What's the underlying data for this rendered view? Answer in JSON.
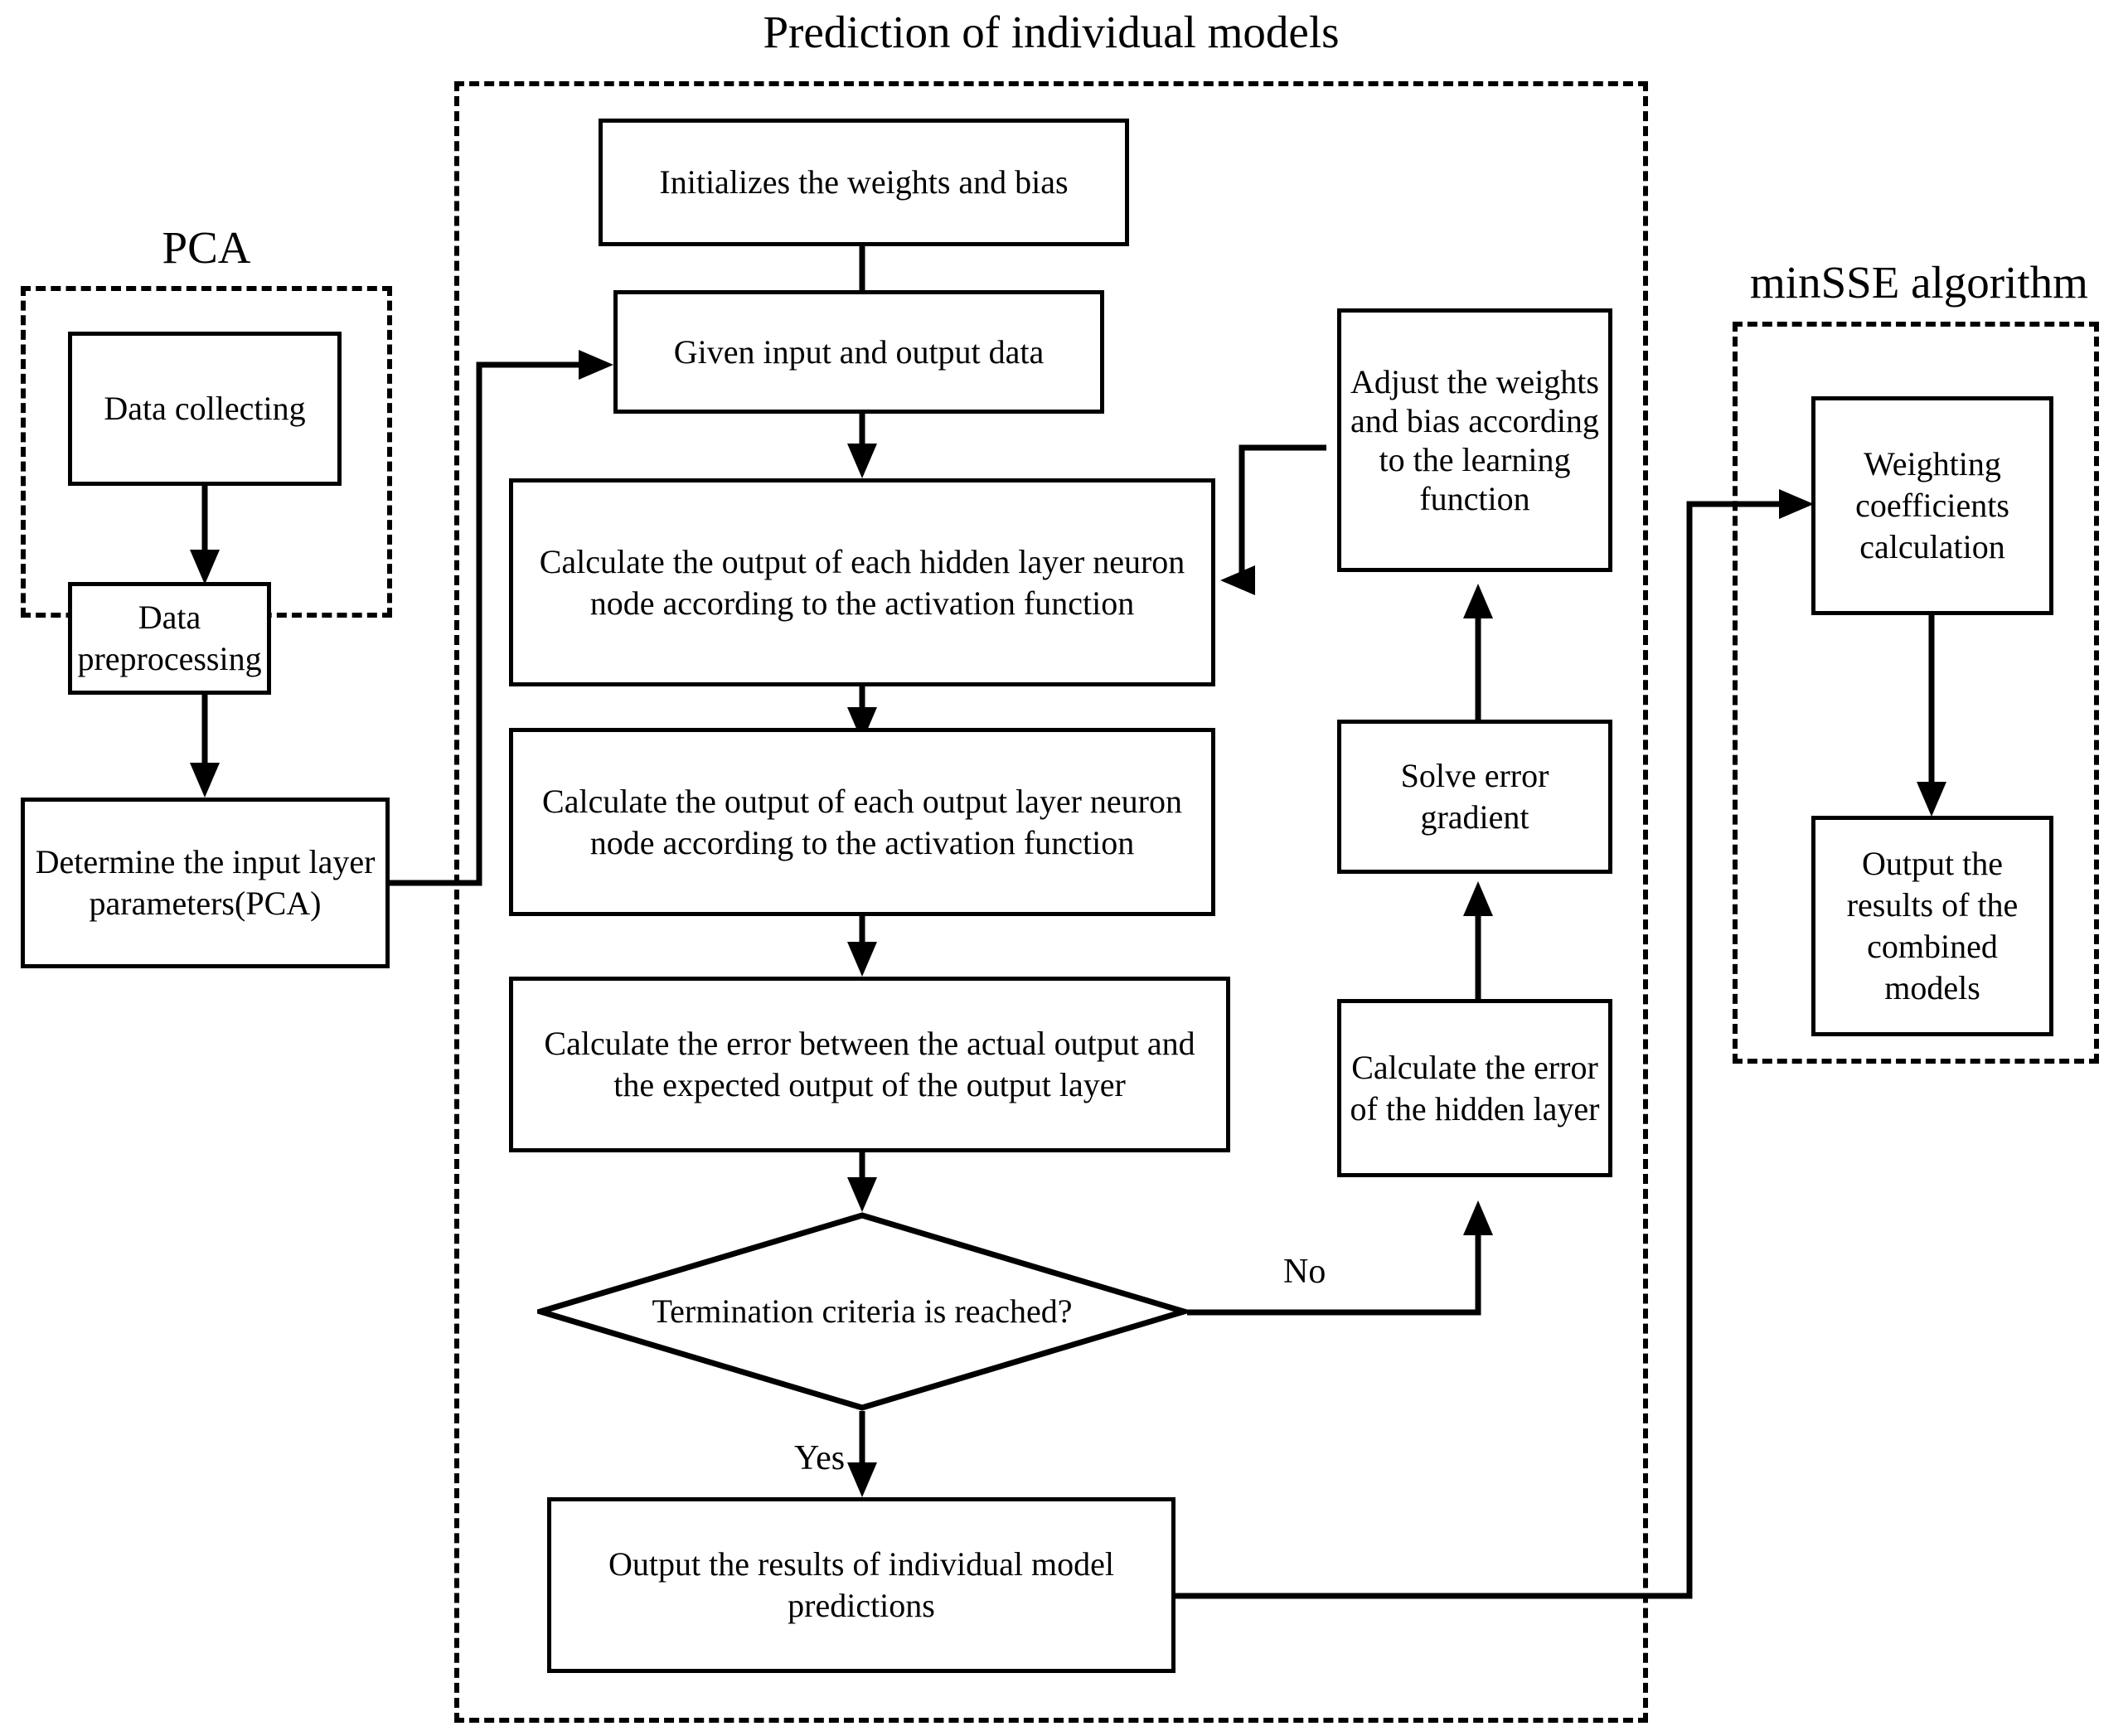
{
  "diagram": {
    "title_center": "Prediction of individual models",
    "groups": [
      {
        "id": "pca",
        "title": "PCA"
      },
      {
        "id": "individual",
        "title": "Prediction of individual models"
      },
      {
        "id": "minsse",
        "title": "minSSE algorithm"
      }
    ],
    "nodes": {
      "data_collecting": "Data collecting",
      "data_preprocessing": "Data preprocessing",
      "determine_input": "Determine the input layer parameters(PCA)",
      "init_weights": "Initializes the weights and bias",
      "given_io": "Given input and output data",
      "calc_hidden": "Calculate the output of each hidden layer neuron node according to the activation function",
      "calc_output": "Calculate the output of each output layer neuron node according to the activation function",
      "calc_error": "Calculate the error between the actual output and the expected output of the output layer",
      "termination": "Termination criteria is reached?",
      "output_individual": "Output the results of individual model predictions",
      "adjust_weights": "Adjust the weights and bias according to the learning function",
      "solve_gradient": "Solve error gradient",
      "calc_hidden_error": "Calculate the error of the hidden layer",
      "weighting_coeff": "Weighting coefficients calculation",
      "output_combined": "Output the results of the combined models"
    },
    "edge_labels": {
      "no": "No",
      "yes": "Yes"
    },
    "colors": {
      "stroke": "#000000",
      "fill": "#ffffff",
      "background": "#ffffff"
    }
  }
}
